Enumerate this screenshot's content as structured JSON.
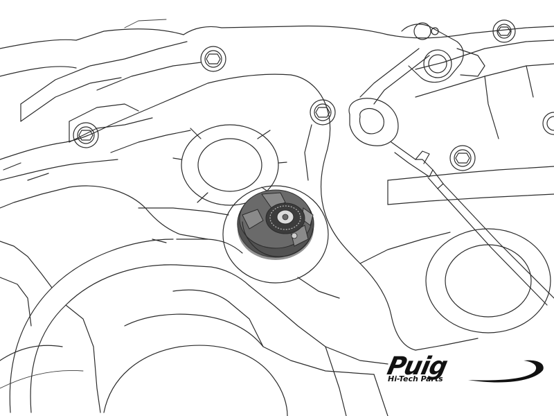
{
  "figure": {
    "subject": "engine-cover-oil-filler-cap",
    "colors": {
      "background": "#ffffff",
      "line_art": "#2b2b2b",
      "part_fill": "#5f5f5f",
      "part_dark": "#3c3c3c",
      "part_light": "#bdbdbd"
    }
  },
  "brand": {
    "name": "Puig",
    "tagline": "Hi-Tech Parts",
    "color": "#111111"
  }
}
